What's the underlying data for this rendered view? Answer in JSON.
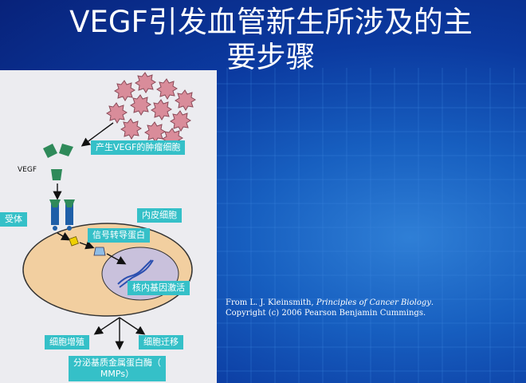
{
  "slide": {
    "title_line1": "VEGF引发血管新生所涉及的主",
    "title_line2": "要步骤"
  },
  "diagram": {
    "vegf_label": "VEGF",
    "tumor_cells_label": "产生VEGF的肿瘤细胞",
    "receptor_label": "受体",
    "endothelial_label": "内皮细胞",
    "signal_protein_label": "信号转导蛋白",
    "gene_activation_label": "核内基因激活",
    "proliferation_label": "细胞增殖",
    "migration_label": "细胞迁移",
    "mmp_label_line1": "分泌基质金属蛋白酶（",
    "mmp_label_line2": "MMPs）"
  },
  "credit": {
    "line1_prefix": "From L. J. Kleinsmith, ",
    "line1_italic": "Principles of Cancer Biology",
    "line1_suffix": ".",
    "line2": "Copyright (c) 2006 Pearson Benjamin Cummings."
  },
  "colors": {
    "label_bg": "#35c0c8",
    "cell_fill": "#f2cfa0",
    "nucleus_fill": "#c9c1dc",
    "receptor": "#1f5fa8",
    "vegf_green": "#2f8a5a"
  }
}
